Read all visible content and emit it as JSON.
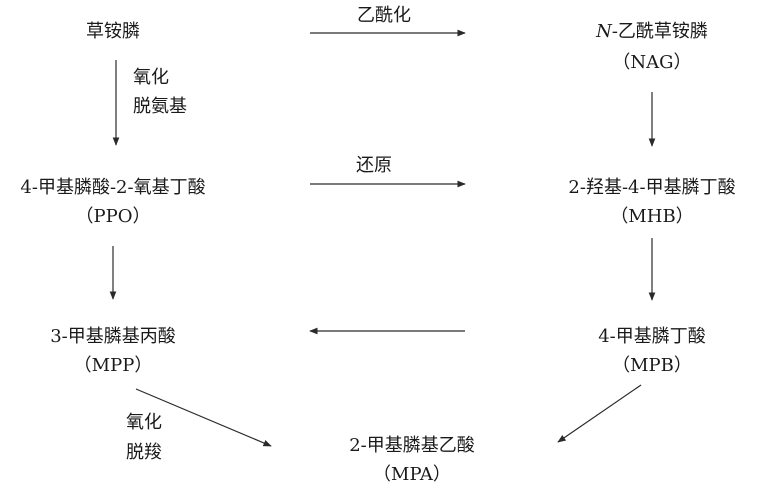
{
  "nodes": {
    "glufosinate": {
      "name": "草铵膦"
    },
    "nag": {
      "name_prefix": "N",
      "name": "-乙酰草铵膦",
      "abbr": "（NAG）"
    },
    "ppo": {
      "name": "4-甲基膦酸-2-氧基丁酸",
      "abbr": "（PPO）"
    },
    "mhb": {
      "name": "2-羟基-4-甲基膦丁酸",
      "abbr": "（MHB）"
    },
    "mpp": {
      "name": "3-甲基膦基丙酸",
      "abbr": "（MPP）"
    },
    "mpb": {
      "name": "4-甲基膦丁酸",
      "abbr": "（MPB）"
    },
    "mpa": {
      "name": "2-甲基膦基乙酸",
      "abbr": "（MPA）"
    }
  },
  "labels": {
    "acetylation": "乙酰化",
    "oxidation_1": "氧化",
    "deamination": "脱氨基",
    "reduction": "还原",
    "oxidation_2": "氧化",
    "decarboxylation": "脱羧"
  }
}
